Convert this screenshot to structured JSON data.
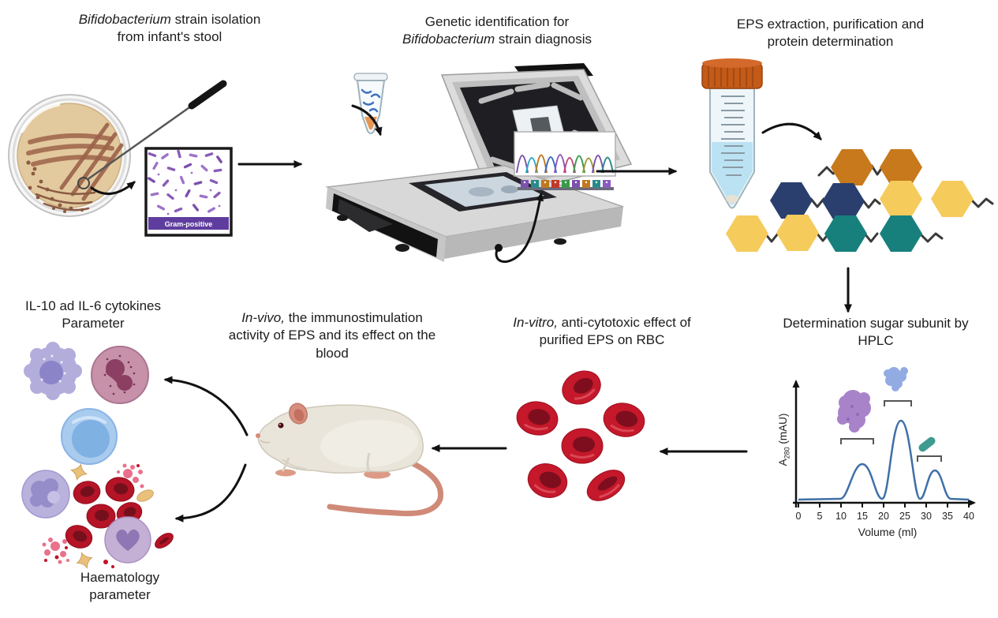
{
  "figure_type": "scientific workflow diagram",
  "titles": {
    "isolation": {
      "italic": "Bifidobacterium",
      "rest": " strain isolation",
      "line2": "from infant's stool"
    },
    "genetic": {
      "line1": "Genetic identification for",
      "italic": "Bifidobacterium",
      "rest": " strain diagnosis"
    },
    "eps": {
      "line1": "EPS extraction, purification and",
      "line2": "protein determination"
    },
    "hplc": {
      "line1": "Determination sugar subunit by",
      "line2": "HPLC"
    },
    "invitro": {
      "italic": "In-vitro,",
      "rest": " anti-cytotoxic effect of",
      "line2": "purified EPS  on RBC"
    },
    "invivo": {
      "italic": "In-vivo,",
      "rest": " the immunostimulation",
      "line2": "activity of EPS and its effect on the",
      "line3": "blood"
    },
    "cytokines": {
      "line1": "IL-10 ad IL-6 cytokines",
      "line2": "Parameter"
    },
    "haematology": {
      "line1": "Haematology",
      "line2": "parameter"
    }
  },
  "labels": {
    "gram_stain": "Gram-positive"
  },
  "chart_data": {
    "type": "line",
    "title": "Determination sugar subunit by HPLC",
    "xlabel": "Volume (ml)",
    "ylabel": "A280 (mAU)",
    "ylabel_parts": {
      "prefix": "A",
      "sub": "280",
      "suffix": " (mAU)"
    },
    "x_ticks": [
      0,
      5,
      10,
      15,
      20,
      25,
      30,
      35,
      40
    ],
    "xlim": [
      0,
      40
    ],
    "grid": false,
    "curve_color": "#3F6FA8",
    "peaks": [
      {
        "center_ml": 15,
        "rel_height": 0.45,
        "width_ml": 4,
        "marker": "purple polysaccharide blob"
      },
      {
        "center_ml": 24,
        "rel_height": 1.0,
        "width_ml": 3.5,
        "marker": "blue polysaccharide blob"
      },
      {
        "center_ml": 32,
        "rel_height": 0.4,
        "width_ml": 3,
        "marker": "teal rod bacterium"
      }
    ]
  },
  "colors": {
    "hex_orange": "#C7791B",
    "hex_navy": "#2A3F6E",
    "hex_yellow": "#F5CB5C",
    "hex_teal": "#17807D",
    "rbc_red": "#C5182B",
    "gram_banner_purple": "#5F3D9E",
    "curve_blue": "#3F6FA8",
    "falcon_cap_orange": "#C35A17"
  }
}
